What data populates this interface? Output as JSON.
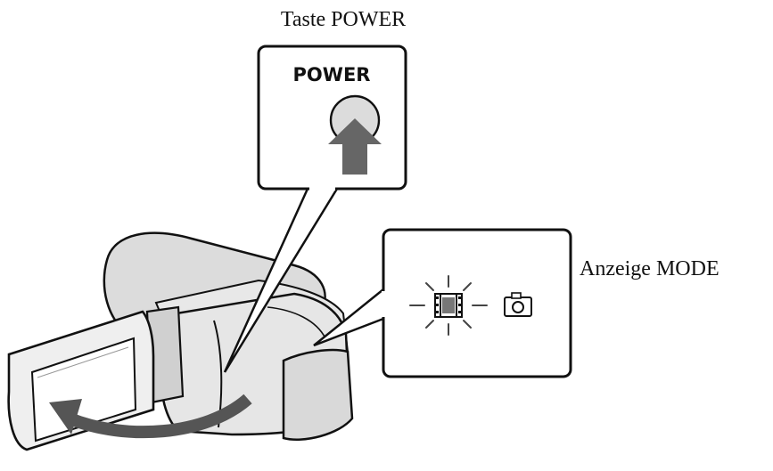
{
  "labels": {
    "power_key": "Taste POWER",
    "mode_indicator": "Anzeige MODE",
    "button_caption": "POWER"
  },
  "icons": {
    "movie_mode": "film-strip-icon",
    "photo_mode": "camera-icon"
  },
  "colors": {
    "line": "#111111",
    "body_fill": "#e6e6e6",
    "body_shade": "#cfcfcf",
    "button_fill": "#dcdcdc",
    "arrow_fill": "#666666",
    "rotate_arrow": "#555555"
  }
}
